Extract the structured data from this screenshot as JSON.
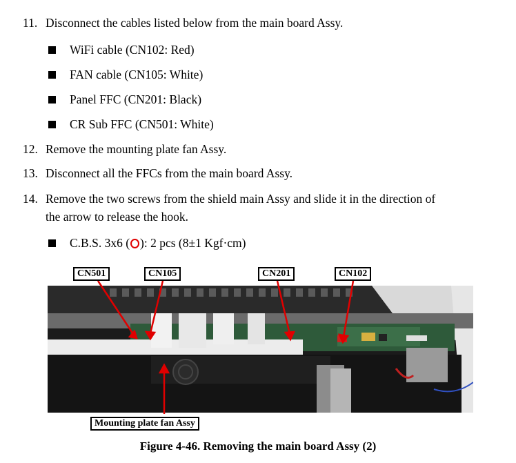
{
  "steps": [
    {
      "number": "11.",
      "text": "Disconnect the cables listed below from the main board Assy."
    },
    {
      "number": "12.",
      "text": "Remove the mounting plate fan Assy."
    },
    {
      "number": "13.",
      "text": "Disconnect all the FFCs from the main board Assy."
    },
    {
      "number": "14.",
      "text_line1": "Remove the two screws from the shield main Assy and slide it in the direction of",
      "text_line2": "the arrow to release the hook."
    }
  ],
  "cables": [
    "WiFi cable (CN102: Red)",
    "FAN cable (CN105: White)",
    "Panel FFC (CN201: Black)",
    "CR Sub FFC (CN501: White)"
  ],
  "screw": {
    "prefix": "C.B.S. 3x6 (",
    "suffix": "): 2 pcs (8±1 Kgf·cm)"
  },
  "figure": {
    "labels": {
      "cn501": "CN501",
      "cn105": "CN105",
      "cn201": "CN201",
      "cn102": "CN102",
      "fan": "Mounting plate fan Assy"
    },
    "caption": "Figure 4-46.  Removing the main board Assy (2)"
  },
  "colors": {
    "pointer": "#e00000",
    "screw_mark": "#e00000",
    "board_green": "#2e5a3a"
  }
}
